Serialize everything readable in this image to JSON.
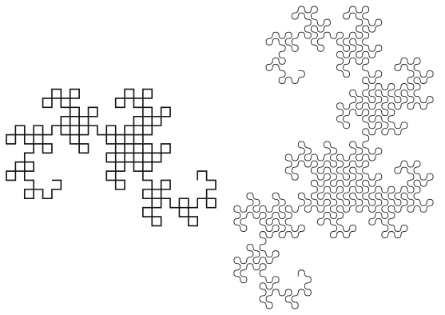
{
  "figure": {
    "panels": [
      {
        "kind": "square-dragon-curve",
        "iterations": 8,
        "rounded_corners": false,
        "stroke_color": "#111111"
      },
      {
        "kind": "rounded-dragon-curve",
        "iterations": 10,
        "rounded_corners": true,
        "stroke_color": "#222222"
      }
    ],
    "background": "#ffffff"
  }
}
